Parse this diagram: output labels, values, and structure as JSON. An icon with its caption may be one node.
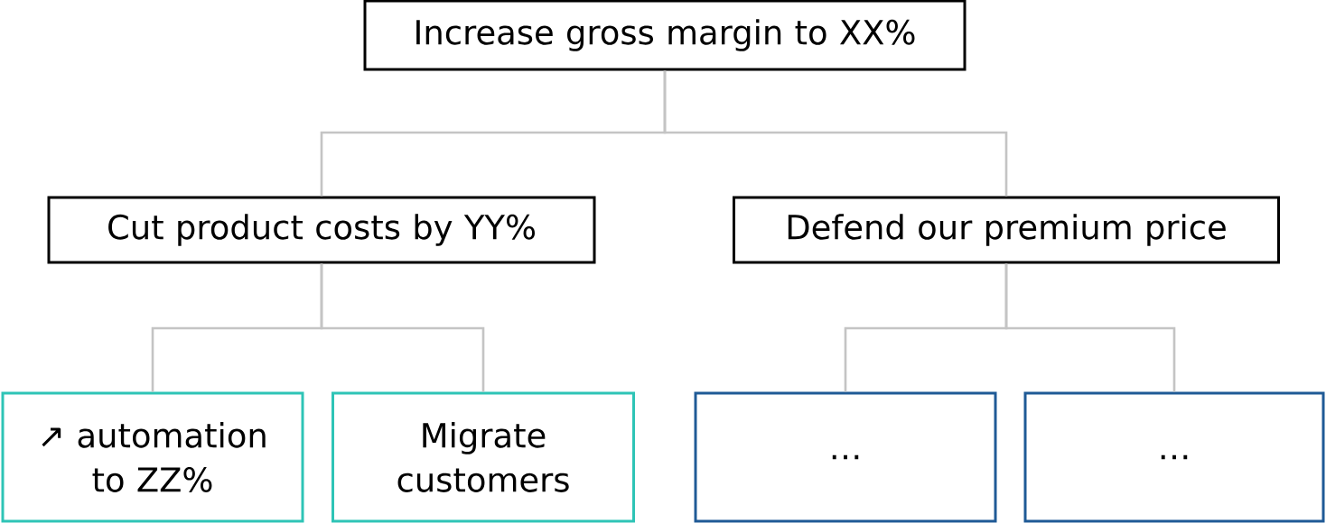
{
  "diagram": {
    "nodes": [
      {
        "text": [
          "Increase gross margin to XX%"
        ]
      },
      {
        "text": [
          "Cut product costs by YY%"
        ]
      },
      {
        "text": [
          "Defend our premium price"
        ]
      },
      {
        "text": [
          "↗ automation to ZZ%"
        ]
      },
      {
        "text": [
          "Migrate customers"
        ]
      },
      {
        "text": [
          "…"
        ]
      },
      {
        "text": [
          "…"
        ]
      }
    ],
    "edges": [
      {
        "from": 0,
        "to": 1,
        "arrow": "none"
      },
      {
        "from": 0,
        "to": 2,
        "arrow": "none"
      },
      {
        "from": 1,
        "to": 3,
        "arrow": "none"
      },
      {
        "from": 1,
        "to": 4,
        "arrow": "none"
      },
      {
        "from": 2,
        "to": 5,
        "arrow": "none"
      },
      {
        "from": 2,
        "to": 6,
        "arrow": "none"
      }
    ]
  }
}
